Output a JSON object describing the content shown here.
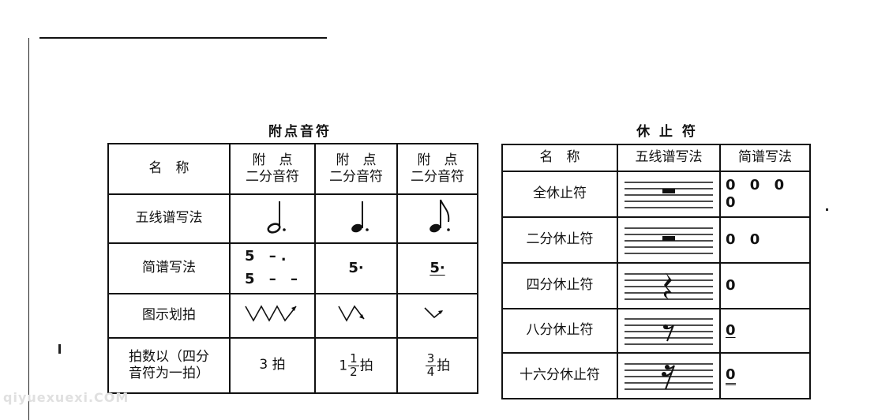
{
  "dotted_notes": {
    "title": "附点音符",
    "header": {
      "name_label": "名　称",
      "columns": [
        "附　点\n二分音符",
        "附　点\n二分音符",
        "附　点\n二分音符"
      ]
    },
    "row_labels": {
      "staff": "五线谱写法",
      "jianpu": "简谱写法",
      "beat_diagram": "图示划拍",
      "beat_count": "拍数以（四分\n音符为一拍）"
    },
    "jianpu": {
      "col1_line1": "5 –.",
      "col1_line2": "5 – –",
      "col2": "5·",
      "col3": "5·"
    },
    "beat_count": {
      "col1": "3 拍",
      "col2_whole": "1",
      "col2_num": "1",
      "col2_den": "2",
      "col2_unit": "拍",
      "col3_num": "3",
      "col3_den": "4",
      "col3_unit": "拍"
    }
  },
  "rests": {
    "title": "休 止 符",
    "header": {
      "name_label": "名　称",
      "staff_label": "五线谱写法",
      "jianpu_label": "简谱写法"
    },
    "rows": [
      {
        "name": "全休止符",
        "jianpu": "0 0 0 0"
      },
      {
        "name": "二分休止符",
        "jianpu": "0 0"
      },
      {
        "name": "四分休止符",
        "jianpu": "0"
      },
      {
        "name": "八分休止符",
        "jianpu": "0"
      },
      {
        "name": "十六分休止符",
        "jianpu": "0"
      }
    ]
  },
  "watermark": "qiyuexuexi.COM"
}
